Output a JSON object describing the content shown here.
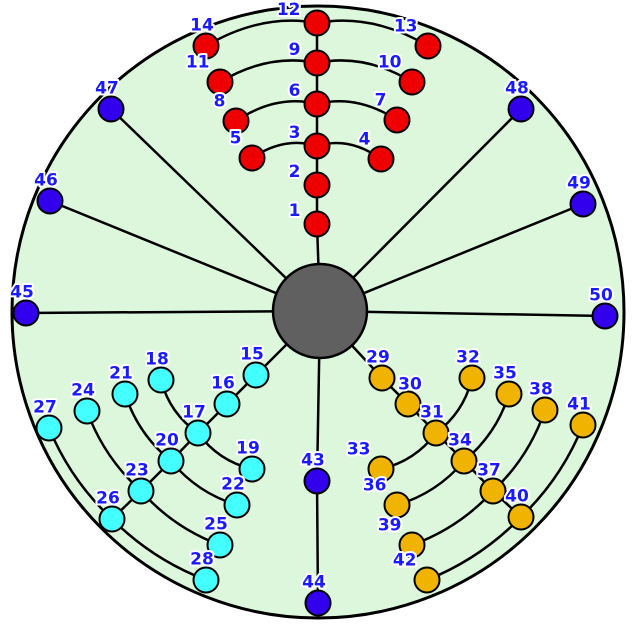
{
  "colors": {
    "disk_fill": "#ddf7dd",
    "hub_fill": "#606060",
    "line": "#000000",
    "label": "#1a1aff",
    "red": "#ee0000",
    "cyan": "#44ffff",
    "gold": "#f0b400",
    "blue": "#3300ee"
  },
  "nodes": [
    {
      "id": "1",
      "label": "1",
      "color": "red"
    },
    {
      "id": "2",
      "label": "2",
      "color": "red"
    },
    {
      "id": "3",
      "label": "3",
      "color": "red"
    },
    {
      "id": "4",
      "label": "4",
      "color": "red"
    },
    {
      "id": "5",
      "label": "5",
      "color": "red"
    },
    {
      "id": "6",
      "label": "6",
      "color": "red"
    },
    {
      "id": "7",
      "label": "7",
      "color": "red"
    },
    {
      "id": "8",
      "label": "8",
      "color": "red"
    },
    {
      "id": "9",
      "label": "9",
      "color": "red"
    },
    {
      "id": "10",
      "label": "10",
      "color": "red"
    },
    {
      "id": "11",
      "label": "11",
      "color": "red"
    },
    {
      "id": "12",
      "label": "12",
      "color": "red"
    },
    {
      "id": "13",
      "label": "13",
      "color": "red"
    },
    {
      "id": "14",
      "label": "14",
      "color": "red"
    },
    {
      "id": "15",
      "label": "15",
      "color": "cyan"
    },
    {
      "id": "16",
      "label": "16",
      "color": "cyan"
    },
    {
      "id": "17",
      "label": "17",
      "color": "cyan"
    },
    {
      "id": "18",
      "label": "18",
      "color": "cyan"
    },
    {
      "id": "19",
      "label": "19",
      "color": "cyan"
    },
    {
      "id": "20",
      "label": "20",
      "color": "cyan"
    },
    {
      "id": "21",
      "label": "21",
      "color": "cyan"
    },
    {
      "id": "22",
      "label": "22",
      "color": "cyan"
    },
    {
      "id": "23",
      "label": "23",
      "color": "cyan"
    },
    {
      "id": "24",
      "label": "24",
      "color": "cyan"
    },
    {
      "id": "25",
      "label": "25",
      "color": "cyan"
    },
    {
      "id": "26",
      "label": "26",
      "color": "cyan"
    },
    {
      "id": "27",
      "label": "27",
      "color": "cyan"
    },
    {
      "id": "28",
      "label": "28",
      "color": "cyan"
    },
    {
      "id": "29",
      "label": "29",
      "color": "gold"
    },
    {
      "id": "30",
      "label": "30",
      "color": "gold"
    },
    {
      "id": "31",
      "label": "31",
      "color": "gold"
    },
    {
      "id": "32",
      "label": "32",
      "color": "gold"
    },
    {
      "id": "33",
      "label": "33",
      "color": "gold"
    },
    {
      "id": "34",
      "label": "34",
      "color": "gold"
    },
    {
      "id": "35",
      "label": "35",
      "color": "gold"
    },
    {
      "id": "36",
      "label": "36",
      "color": "gold"
    },
    {
      "id": "37",
      "label": "37",
      "color": "gold"
    },
    {
      "id": "38",
      "label": "38",
      "color": "gold"
    },
    {
      "id": "39",
      "label": "39",
      "color": "gold"
    },
    {
      "id": "40",
      "label": "40",
      "color": "gold"
    },
    {
      "id": "41",
      "label": "41",
      "color": "gold"
    },
    {
      "id": "42",
      "label": "42",
      "color": "gold"
    },
    {
      "id": "43",
      "label": "43",
      "color": "blue"
    },
    {
      "id": "44",
      "label": "44",
      "color": "blue"
    },
    {
      "id": "45",
      "label": "45",
      "color": "blue"
    },
    {
      "id": "46",
      "label": "46",
      "color": "blue"
    },
    {
      "id": "47",
      "label": "47",
      "color": "blue"
    },
    {
      "id": "48",
      "label": "48",
      "color": "blue"
    },
    {
      "id": "49",
      "label": "49",
      "color": "blue"
    },
    {
      "id": "50",
      "label": "50",
      "color": "blue"
    }
  ],
  "edges": [
    [
      "hub",
      "1"
    ],
    [
      "1",
      "2"
    ],
    [
      "2",
      "3"
    ],
    [
      "3",
      "6"
    ],
    [
      "6",
      "9"
    ],
    [
      "9",
      "12"
    ],
    [
      "3",
      "4"
    ],
    [
      "3",
      "5"
    ],
    [
      "6",
      "7"
    ],
    [
      "6",
      "8"
    ],
    [
      "9",
      "10"
    ],
    [
      "9",
      "11"
    ],
    [
      "12",
      "13"
    ],
    [
      "12",
      "14"
    ],
    [
      "hub",
      "15"
    ],
    [
      "15",
      "16"
    ],
    [
      "16",
      "17"
    ],
    [
      "17",
      "20"
    ],
    [
      "20",
      "23"
    ],
    [
      "23",
      "26"
    ],
    [
      "17",
      "18"
    ],
    [
      "17",
      "19"
    ],
    [
      "20",
      "21"
    ],
    [
      "20",
      "22"
    ],
    [
      "23",
      "24"
    ],
    [
      "23",
      "25"
    ],
    [
      "26",
      "27"
    ],
    [
      "26",
      "28"
    ],
    [
      "hub",
      "29"
    ],
    [
      "29",
      "30"
    ],
    [
      "30",
      "31"
    ],
    [
      "31",
      "34"
    ],
    [
      "34",
      "37"
    ],
    [
      "37",
      "40"
    ],
    [
      "31",
      "32"
    ],
    [
      "31",
      "33"
    ],
    [
      "34",
      "35"
    ],
    [
      "34",
      "36"
    ],
    [
      "37",
      "38"
    ],
    [
      "37",
      "39"
    ],
    [
      "40",
      "41"
    ],
    [
      "40",
      "42"
    ],
    [
      "hub",
      "43"
    ],
    [
      "43",
      "44"
    ],
    [
      "hub",
      "45"
    ],
    [
      "hub",
      "46"
    ],
    [
      "hub",
      "47"
    ],
    [
      "hub",
      "48"
    ],
    [
      "hub",
      "49"
    ],
    [
      "hub",
      "50"
    ]
  ]
}
